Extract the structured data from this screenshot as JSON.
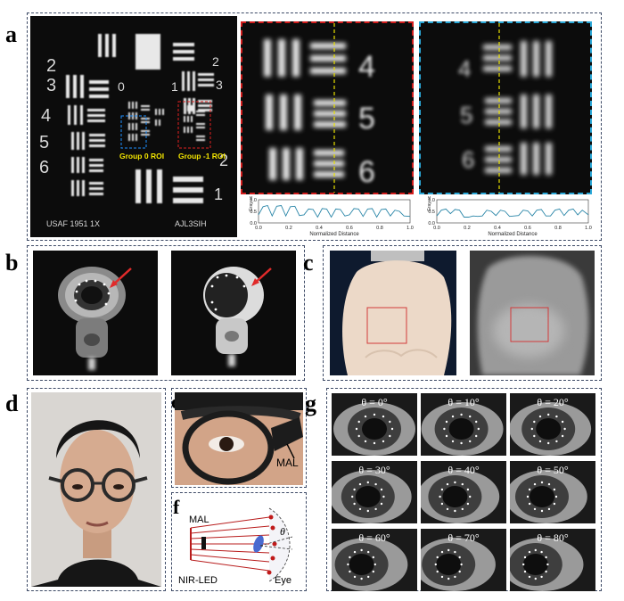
{
  "panel_labels": {
    "a": "a",
    "b": "b",
    "c": "c",
    "d": "d",
    "e": "e",
    "f": "f",
    "g": "g"
  },
  "panel_a": {
    "target_text_left": "USAF 1951 1X",
    "target_text_right": "AJL3SIH",
    "group0_label": "Group 0 ROI",
    "group1_label": "Group -1 ROI",
    "red_digits": [
      "4",
      "5",
      "6"
    ],
    "blue_digits": [
      "4",
      "5",
      "6"
    ],
    "target_digits": [
      "2",
      "3",
      "4",
      "5",
      "6",
      "0",
      "1",
      "2",
      "3",
      "2",
      "1"
    ],
    "outline_colors": {
      "red": "#d21c1c",
      "blue": "#2aa8d8",
      "yellow": "#e8e000",
      "roi_blue": "#1e90ff"
    }
  },
  "panel_e": {
    "label": "MAL"
  },
  "panel_f": {
    "mal_label": "MAL",
    "led_label": "NIR-LED",
    "eye_label": "Eye",
    "theta": "θ"
  },
  "panel_g": {
    "angles": [
      "θ = 0°",
      "θ = 10°",
      "θ = 20°",
      "θ = 30°",
      "θ = 40°",
      "θ = 50°",
      "θ = 60°",
      "θ = 70°",
      "θ = 80°"
    ]
  },
  "chart_data": [
    {
      "type": "line",
      "title": "",
      "xlabel": "Normalized Distance",
      "ylabel": "Gray scale",
      "xlim": [
        0,
        1
      ],
      "ylim": [
        0.0,
        1.0
      ],
      "xticks": [
        "0.0",
        "0.2",
        "0.4",
        "0.6",
        "0.8",
        "1.0"
      ],
      "yticks": [
        "0.0",
        "0.5",
        "1.0"
      ],
      "series": [
        {
          "color": "#2a86a8",
          "x": [
            0.0,
            0.03,
            0.06,
            0.09,
            0.12,
            0.15,
            0.18,
            0.21,
            0.24,
            0.27,
            0.3,
            0.33,
            0.36,
            0.39,
            0.42,
            0.45,
            0.48,
            0.51,
            0.54,
            0.57,
            0.6,
            0.63,
            0.66,
            0.69,
            0.72,
            0.75,
            0.78,
            0.81,
            0.84,
            0.87,
            0.9,
            0.93,
            0.96,
            1.0
          ],
          "y": [
            0.35,
            0.7,
            0.75,
            0.3,
            0.72,
            0.75,
            0.3,
            0.7,
            0.72,
            0.32,
            0.35,
            0.6,
            0.58,
            0.25,
            0.62,
            0.6,
            0.25,
            0.6,
            0.58,
            0.3,
            0.35,
            0.62,
            0.6,
            0.28,
            0.6,
            0.62,
            0.25,
            0.58,
            0.6,
            0.3,
            0.55,
            0.5,
            0.3,
            0.28
          ]
        }
      ]
    },
    {
      "type": "line",
      "title": "",
      "xlabel": "Normalized Distance",
      "ylabel": "Gray scale",
      "xlim": [
        0,
        1
      ],
      "ylim": [
        0.0,
        1.0
      ],
      "xticks": [
        "0.0",
        "0.2",
        "0.4",
        "0.6",
        "0.8",
        "1.0"
      ],
      "yticks": [
        "0.0",
        "0.5",
        "1.0"
      ],
      "series": [
        {
          "color": "#2a86a8",
          "x": [
            0.0,
            0.03,
            0.06,
            0.09,
            0.12,
            0.15,
            0.18,
            0.21,
            0.24,
            0.27,
            0.3,
            0.33,
            0.36,
            0.39,
            0.42,
            0.45,
            0.48,
            0.51,
            0.54,
            0.57,
            0.6,
            0.63,
            0.66,
            0.69,
            0.72,
            0.75,
            0.78,
            0.81,
            0.84,
            0.87,
            0.9,
            0.93,
            0.96,
            1.0
          ],
          "y": [
            0.3,
            0.55,
            0.6,
            0.4,
            0.58,
            0.55,
            0.25,
            0.25,
            0.3,
            0.28,
            0.3,
            0.55,
            0.5,
            0.32,
            0.55,
            0.5,
            0.28,
            0.3,
            0.32,
            0.55,
            0.52,
            0.3,
            0.55,
            0.58,
            0.3,
            0.3,
            0.55,
            0.6,
            0.32,
            0.55,
            0.6,
            0.35,
            0.55,
            0.35
          ]
        }
      ]
    }
  ]
}
